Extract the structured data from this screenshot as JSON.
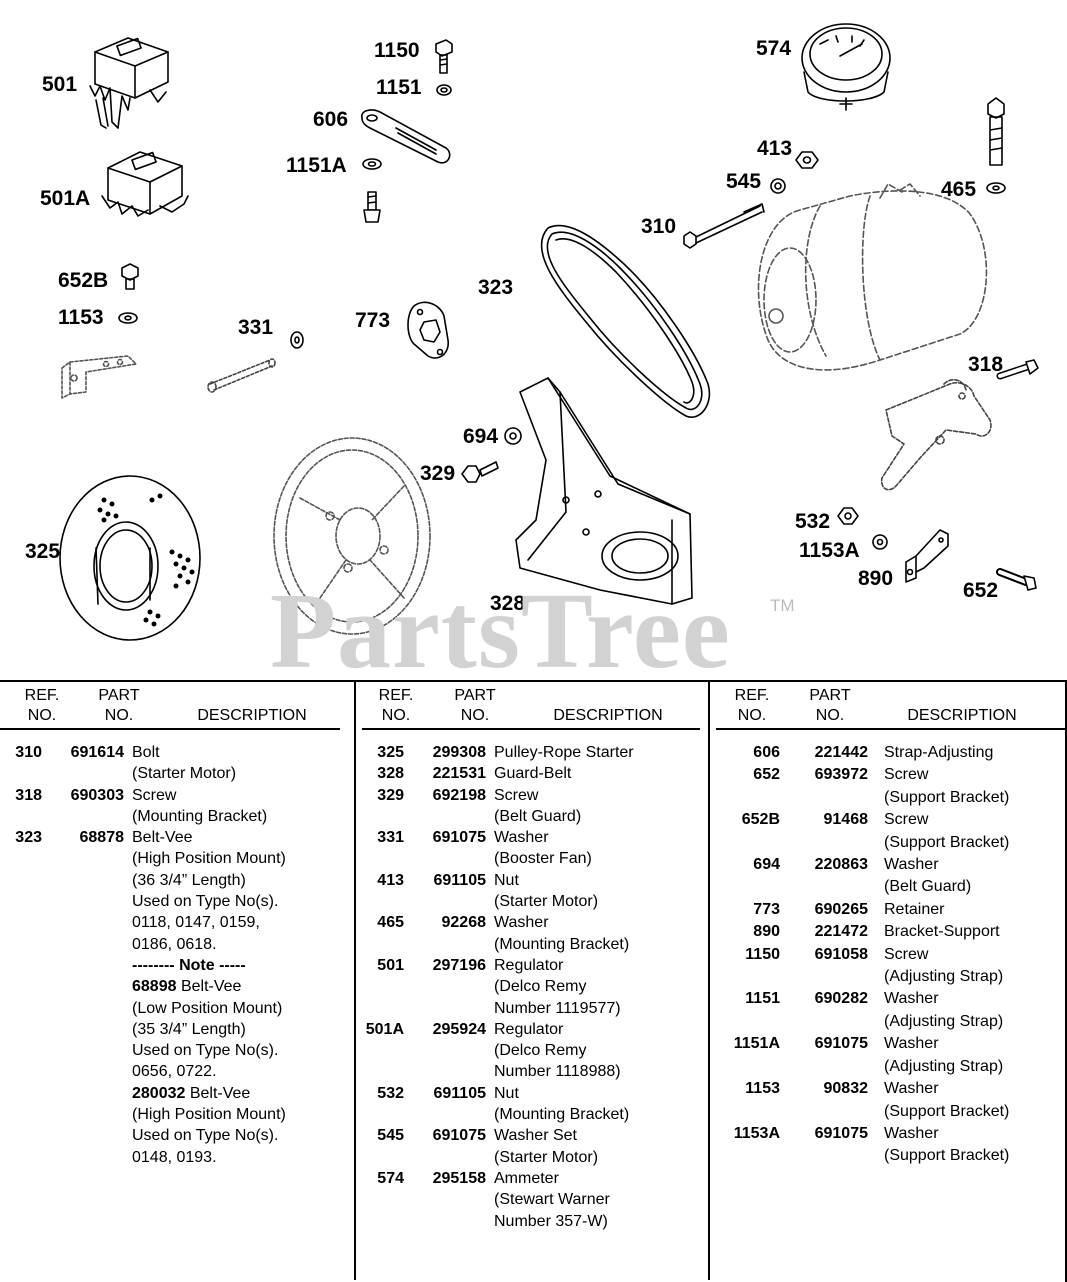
{
  "watermark": "PartsTree",
  "trademark": "TM",
  "callouts": [
    "501",
    "501A",
    "652B",
    "1153",
    "1150",
    "1151",
    "606",
    "1151A",
    "331",
    "773",
    "323",
    "574",
    "413",
    "545",
    "310",
    "465",
    "318",
    "694",
    "329",
    "325",
    "328",
    "532",
    "1153A",
    "890",
    "652"
  ],
  "table": {
    "headers": {
      "ref_line1": "REF.",
      "ref_line2": "NO.",
      "part_line1": "PART",
      "part_line2": "NO.",
      "description": "DESCRIPTION"
    },
    "columns": [
      [
        {
          "ref": "310",
          "part": "691614",
          "lines": [
            "Bolt",
            "(Starter Motor)"
          ]
        },
        {
          "ref": "318",
          "part": "690303",
          "lines": [
            "Screw",
            "(Mounting Bracket)"
          ]
        },
        {
          "ref": "323",
          "part": "68878",
          "lines": [
            "Belt-Vee",
            "(High Position Mount)",
            "(36 3/4” Length)",
            "Used on Type No(s).",
            "0118, 0147, 0159,",
            "0186, 0618."
          ]
        },
        {
          "ref": "",
          "part": "",
          "lines": [
            "-------- Note -----"
          ],
          "bold": true
        },
        {
          "ref": "",
          "part": "",
          "lead": "68898",
          "lines": [
            " Belt-Vee",
            "(Low Position Mount)",
            "(35 3/4” Length)",
            "Used on Type No(s).",
            "0656, 0722."
          ]
        },
        {
          "ref": "",
          "part": "",
          "lead": "280032",
          "lines": [
            " Belt-Vee",
            "(High Position Mount)",
            "Used on Type No(s).",
            "0148, 0193."
          ]
        }
      ],
      [
        {
          "ref": "325",
          "part": "299308",
          "lines": [
            "Pulley-Rope Starter"
          ]
        },
        {
          "ref": "328",
          "part": "221531",
          "lines": [
            "Guard-Belt"
          ]
        },
        {
          "ref": "329",
          "part": "692198",
          "lines": [
            "Screw",
            "(Belt Guard)"
          ]
        },
        {
          "ref": "331",
          "part": "691075",
          "lines": [
            "Washer",
            "(Booster Fan)"
          ]
        },
        {
          "ref": "413",
          "part": "691105",
          "lines": [
            "Nut",
            "(Starter Motor)"
          ]
        },
        {
          "ref": "465",
          "part": "92268",
          "lines": [
            "Washer",
            "(Mounting Bracket)"
          ]
        },
        {
          "ref": "501",
          "part": "297196",
          "lines": [
            "Regulator",
            "(Delco Remy",
            "Number 1119577)"
          ]
        },
        {
          "ref": "501A",
          "part": "295924",
          "lines": [
            "Regulator",
            "(Delco Remy",
            "Number 1118988)"
          ]
        },
        {
          "ref": "532",
          "part": "691105",
          "lines": [
            "Nut",
            "(Mounting Bracket)"
          ]
        },
        {
          "ref": "545",
          "part": "691075",
          "lines": [
            "Washer Set",
            "(Starter Motor)"
          ]
        },
        {
          "ref": "574",
          "part": "295158",
          "lines": [
            "Ammeter",
            "(Stewart Warner",
            "Number 357-W)"
          ]
        }
      ],
      [
        {
          "ref": "606",
          "part": "221442",
          "lines": [
            "Strap-Adjusting"
          ]
        },
        {
          "ref": "652",
          "part": "693972",
          "lines": [
            "Screw",
            "(Support Bracket)"
          ]
        },
        {
          "ref": "652B",
          "part": "91468",
          "lines": [
            "Screw",
            "(Support Bracket)"
          ]
        },
        {
          "ref": "694",
          "part": "220863",
          "lines": [
            "Washer",
            "(Belt Guard)"
          ]
        },
        {
          "ref": "773",
          "part": "690265",
          "lines": [
            "Retainer"
          ]
        },
        {
          "ref": "890",
          "part": "221472",
          "lines": [
            "Bracket-Support"
          ]
        },
        {
          "ref": "1150",
          "part": "691058",
          "lines": [
            "Screw",
            "(Adjusting Strap)"
          ]
        },
        {
          "ref": "1151",
          "part": "690282",
          "lines": [
            "Washer",
            "(Adjusting Strap)"
          ]
        },
        {
          "ref": "1151A",
          "part": "691075",
          "lines": [
            "Washer",
            "(Adjusting Strap)"
          ]
        },
        {
          "ref": "1153",
          "part": "90832",
          "lines": [
            "Washer",
            "(Support Bracket)"
          ]
        },
        {
          "ref": "1153A",
          "part": "691075",
          "lines": [
            "Washer",
            "(Support Bracket)"
          ]
        }
      ]
    ]
  }
}
